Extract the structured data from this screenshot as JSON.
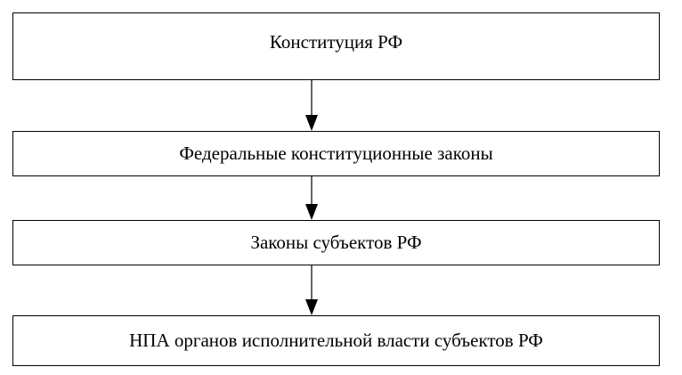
{
  "diagram": {
    "levels": [
      {
        "label": "Конституция РФ"
      },
      {
        "label": "Федеральные конституционные законы"
      },
      {
        "label": "Законы субъектов РФ"
      },
      {
        "label": "НПА органов исполнительной власти субъектов  РФ"
      }
    ],
    "edges": [
      {
        "from": 0,
        "to": 1
      },
      {
        "from": 1,
        "to": 2
      },
      {
        "from": 2,
        "to": 3
      }
    ],
    "colors": {
      "stroke": "#000000",
      "background": "#ffffff",
      "text": "#000000"
    }
  }
}
